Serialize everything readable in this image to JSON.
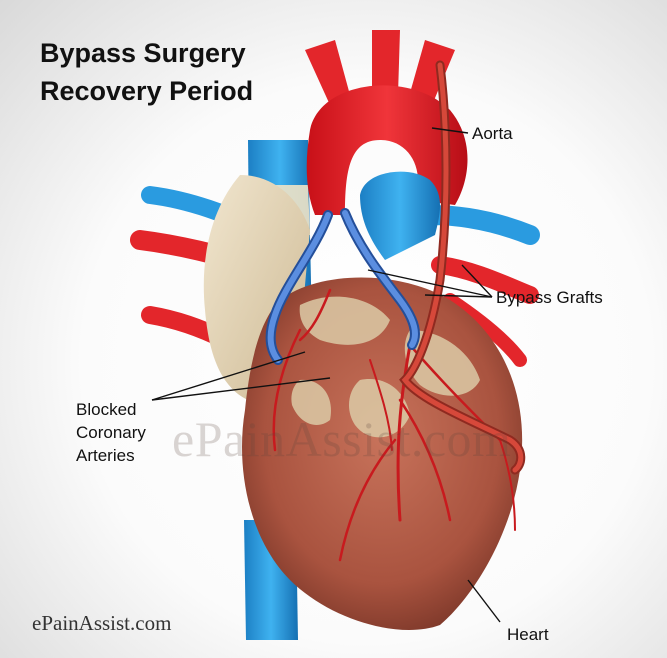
{
  "title": {
    "line1": "Bypass Surgery",
    "line2": "Recovery Period"
  },
  "labels": {
    "aorta": "Aorta",
    "bypass_grafts": "Bypass Grafts",
    "blocked_line1": "Blocked",
    "blocked_line2": "Coronary",
    "blocked_line3": "Arteries",
    "heart": "Heart"
  },
  "watermark": "ePainAssist.com",
  "site_credit": "ePainAssist.com",
  "colors": {
    "artery_red": "#e3262b",
    "vein_blue": "#2a9be0",
    "heart_muscle": "#b85e49",
    "fat_tissue": "#e6d6b8",
    "graft_red": "#c43a2e",
    "graft_blue": "#4a7fd0"
  }
}
